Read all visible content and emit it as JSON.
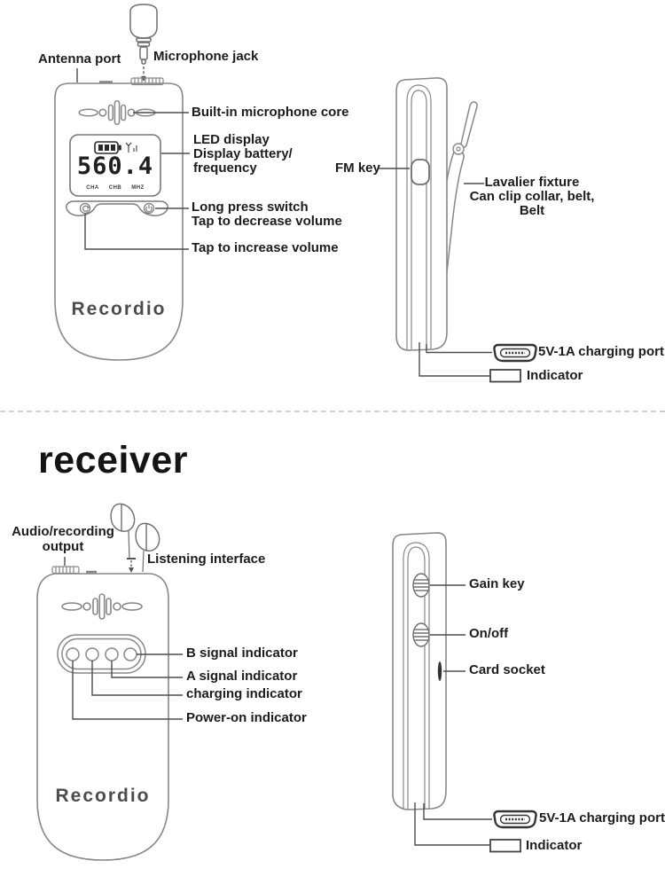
{
  "colors": {
    "outline": "#878787",
    "leader": "#4d4d4d",
    "text": "#1c1c1c",
    "brand": "#4c4c4c",
    "usb_icon": "#333333"
  },
  "transmitter": {
    "brand": "Recordio",
    "display": {
      "battery_icon": "battery-3-bars-icon",
      "signal_icon": "antenna-signal-icon",
      "frequency": "560.4",
      "cha": "CHA",
      "chb": "CHB",
      "mhz": "MHZ"
    },
    "labels": {
      "antenna_port": "Antenna port",
      "microphone_jack": "Microphone jack",
      "built_in_mic": "Built-in microphone core",
      "led_display": [
        "LED display",
        "Display battery/",
        "frequency"
      ],
      "long_press": [
        "Long press switch",
        "Tap to decrease volume"
      ],
      "increase_volume": "Tap to increase volume",
      "fm_key": "FM key",
      "lavalier": [
        "Lavalier fixture",
        "Can clip collar, belt,",
        "Belt"
      ],
      "charging_port": "5V-1A charging port",
      "indicator": "Indicator"
    }
  },
  "receiver": {
    "heading": "receiver",
    "brand": "Recordio",
    "labels": {
      "audio_output": [
        "Audio/recording",
        "output"
      ],
      "listening_interface": "Listening interface",
      "b_signal": "B signal indicator",
      "a_signal": "A signal indicator",
      "charging_indicator": "charging indicator",
      "power_on": "Power-on indicator",
      "gain_key": "Gain key",
      "on_off": "On/off",
      "card_socket": "Card socket",
      "charging_port": "5V-1A charging port",
      "indicator": "Indicator"
    }
  }
}
